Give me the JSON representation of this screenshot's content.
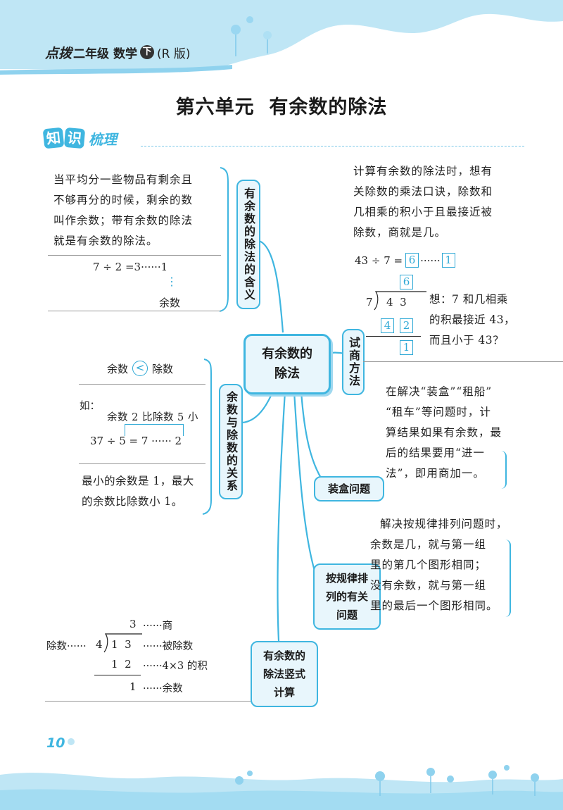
{
  "header": {
    "brand": "点拨",
    "grade": "二年级",
    "subject": "数学",
    "volume": "下",
    "edition": "(R 版)"
  },
  "title": "第六单元  有余数的除法",
  "section_label": {
    "a": "知",
    "b": "识",
    "c": "梳理"
  },
  "center_node": {
    "line1": "有余数的",
    "line2": "除法"
  },
  "nodes": {
    "meaning": "有余数的除法的含义",
    "relation": "余数与除数的关系",
    "trial": "试商方法",
    "box_problem": "装盒问题",
    "pattern": {
      "line1": "按规律排",
      "line2": "列的有关",
      "line3": "问题"
    },
    "vertical": {
      "line1": "有余数的",
      "line2": "除法竖式",
      "line3": "计算"
    }
  },
  "meaning": {
    "text": [
      "当平均分一些物品有剩余且",
      "不够再分的时候，剩余的数",
      "叫作余数；带有余数的除法",
      "就是有余数的除法。"
    ],
    "example": "7 ÷ 2 =3······1",
    "dots": "⋮",
    "remainder_label": "余数"
  },
  "relation": {
    "compare_left": "余数",
    "compare_sign": "<",
    "compare_right": "除数",
    "eg_label": "如：",
    "eg_note": "余数 2 比除数 5 小",
    "eg_eq": "37 ÷ 5 = 7 ······ 2",
    "min_text": [
      "最小的余数是 1，最大",
      "的余数比除数小 1。"
    ]
  },
  "trial": {
    "text": [
      "计算有余数的除法时，想有",
      "关除数的乘法口诀，除数和",
      "几相乘的积小于且最接近被",
      "除数，商就是几。"
    ],
    "eq_left": "43 ÷ 7 =",
    "eq_q": "6",
    "eq_dots": "······",
    "eq_r": "1",
    "div_q": "6",
    "div_divisor": "7",
    "div_dividend": "4  3",
    "div_prod1": "4",
    "div_prod2": "2",
    "div_rem": "1",
    "think": [
      "想：7 和几相乘",
      "的积最接近 43，",
      "而且小于 43？"
    ]
  },
  "box_problem": {
    "text": [
      "在解决“装盒”“租船”",
      "“租车”等问题时，计",
      "算结果如果有余数，最",
      "后的结果要用“进一",
      "法”，即用商加一。"
    ]
  },
  "pattern": {
    "text": [
      "解决按规律排列问题时，",
      "余数是几，就与第一组",
      "里的第几个图形相同；",
      "没有余数，就与第一组",
      "里的最后一个图形相同。"
    ]
  },
  "vertical": {
    "quotient": "3",
    "quotient_label": "······商",
    "divisor_label": "除数······",
    "divisor": "4",
    "dividend": "1  3",
    "dividend_label": "······被除数",
    "product": "1  2",
    "product_label": "······4×3 的积",
    "remainder": "1",
    "remainder_label": "······余数"
  },
  "page_number": "10",
  "colors": {
    "accent": "#3fb6e0",
    "header_bg": "#bfe6f5",
    "node_bg": "#e8f6fc",
    "box": "#2fa9d6"
  }
}
